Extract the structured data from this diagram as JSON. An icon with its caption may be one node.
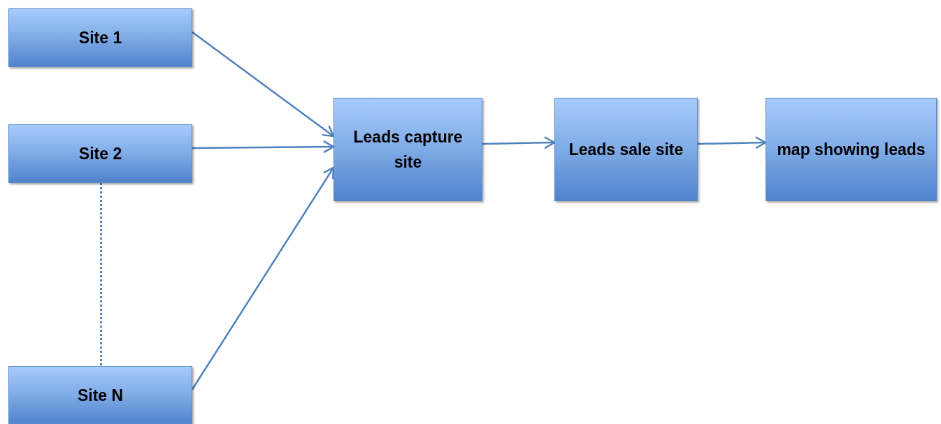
{
  "diagram": {
    "nodes": [
      {
        "text": [
          "Site 1"
        ]
      },
      {
        "text": [
          "Site 2"
        ]
      },
      {
        "text": [
          "Site N"
        ]
      },
      {
        "text": [
          "Leads capture site"
        ]
      },
      {
        "text": [
          "Leads sale site"
        ]
      },
      {
        "text": [
          "map showing leads"
        ]
      }
    ],
    "edges": [
      {
        "from": 0,
        "to": 3,
        "arrow": "to"
      },
      {
        "from": 1,
        "to": 3,
        "arrow": "to"
      },
      {
        "from": 2,
        "to": 3,
        "arrow": "to"
      },
      {
        "from": 3,
        "to": 4,
        "arrow": "to"
      },
      {
        "from": 4,
        "to": 5,
        "arrow": "to"
      },
      {
        "from": 1,
        "to": 2,
        "arrow": "none",
        "style": "dashed"
      }
    ]
  }
}
